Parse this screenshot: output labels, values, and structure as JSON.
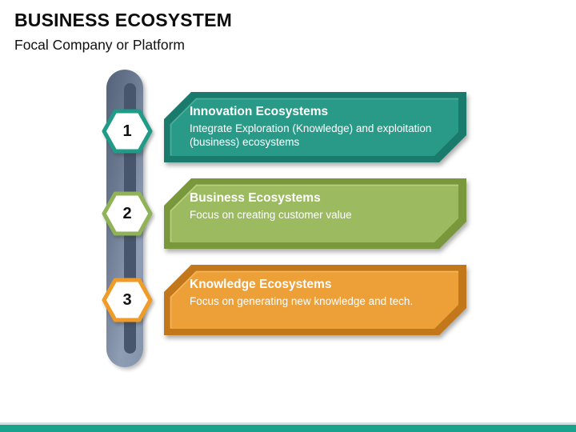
{
  "slide": {
    "title": "BUSINESS ECOSYSTEM",
    "subtitle": "Focal Company or Platform"
  },
  "steps": [
    {
      "number": "1",
      "color": "#1f9b88",
      "hex_fill": "#ffffff"
    },
    {
      "number": "2",
      "color": "#8fb356",
      "hex_fill": "#ffffff"
    },
    {
      "number": "3",
      "color": "#f09b28",
      "hex_fill": "#ffffff"
    }
  ],
  "banners": [
    {
      "title": "Innovation Ecosystems",
      "description": "Integrate Exploration (Knowledge) and exploitation (business) ecosystems",
      "fill": "#2a9a88",
      "frame": "#1a7a6c",
      "bevel": "#4bae9b"
    },
    {
      "title": "Business Ecosystems",
      "description": "Focus on creating customer value",
      "fill": "#9cbb60",
      "frame": "#79973b",
      "bevel": "#b8cf82"
    },
    {
      "title": "Knowledge Ecosystems",
      "description": "Focus on generating new knowledge and tech.",
      "fill": "#eda038",
      "frame": "#c1771a",
      "bevel": "#f5b45a"
    }
  ],
  "footer": {
    "divider_color": "#cfdfe3",
    "bar_color": "#19a28c"
  }
}
